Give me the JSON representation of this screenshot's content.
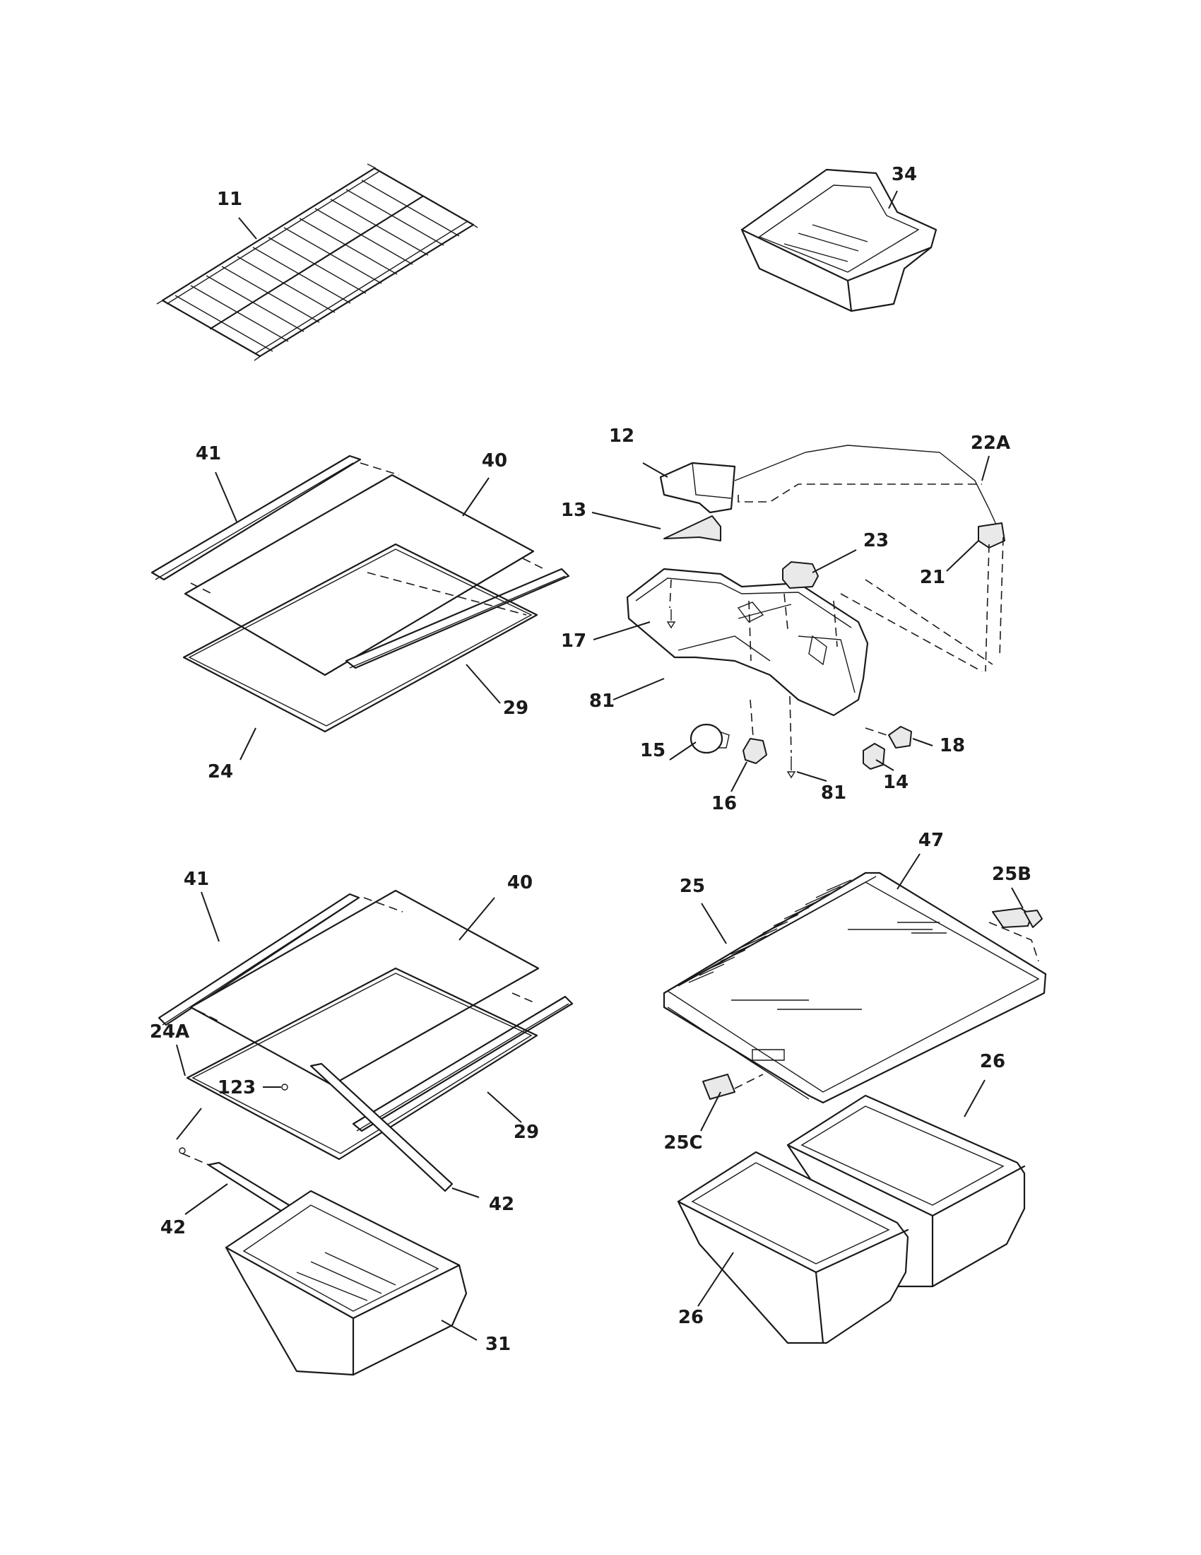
{
  "callouts": [
    {
      "id": "c11",
      "text": "11"
    },
    {
      "id": "c34",
      "text": "34"
    },
    {
      "id": "c41a",
      "text": "41"
    },
    {
      "id": "c40a",
      "text": "40"
    },
    {
      "id": "c29a",
      "text": "29"
    },
    {
      "id": "c24",
      "text": "24"
    },
    {
      "id": "c12",
      "text": "12"
    },
    {
      "id": "c13",
      "text": "13"
    },
    {
      "id": "c22a",
      "text": "22A"
    },
    {
      "id": "c23",
      "text": "23"
    },
    {
      "id": "c21",
      "text": "21"
    },
    {
      "id": "c17",
      "text": "17"
    },
    {
      "id": "c81a",
      "text": "81"
    },
    {
      "id": "c18",
      "text": "18"
    },
    {
      "id": "c15",
      "text": "15"
    },
    {
      "id": "c16",
      "text": "16"
    },
    {
      "id": "c81b",
      "text": "81"
    },
    {
      "id": "c14",
      "text": "14"
    },
    {
      "id": "c41b",
      "text": "41"
    },
    {
      "id": "c40b",
      "text": "40"
    },
    {
      "id": "c24a",
      "text": "24A"
    },
    {
      "id": "c123",
      "text": "123"
    },
    {
      "id": "c29b",
      "text": "29"
    },
    {
      "id": "c42a",
      "text": "42"
    },
    {
      "id": "c42b",
      "text": "42"
    },
    {
      "id": "c31",
      "text": "31"
    },
    {
      "id": "c25",
      "text": "25"
    },
    {
      "id": "c47",
      "text": "47"
    },
    {
      "id": "c25b",
      "text": "25B"
    },
    {
      "id": "c26a",
      "text": "26"
    },
    {
      "id": "c25c",
      "text": "25C"
    },
    {
      "id": "c26b",
      "text": "26"
    }
  ]
}
